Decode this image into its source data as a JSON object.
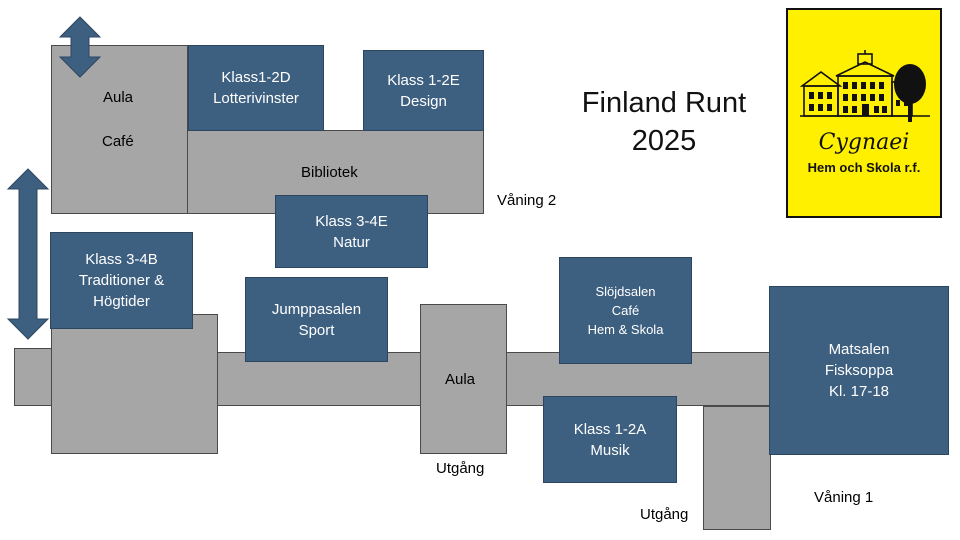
{
  "title": {
    "line1": "Finland Runt",
    "line2": "2025"
  },
  "logo": {
    "script_text": "Cygnaei",
    "subtitle": "Hem och Skola r.f."
  },
  "floors": {
    "floor2": "Våning 2",
    "floor1": "Våning 1"
  },
  "exits": {
    "exit_aula": "Utgång",
    "exit_bottom": "Utgång"
  },
  "floor2_rooms": {
    "aula_block": {
      "line1": "Aula",
      "line2": "Café"
    },
    "klass_1_2d": {
      "line1": "Klass1-2D",
      "line2": "Lotterivinster"
    },
    "klass_1_2e": {
      "line1": "Klass 1-2E",
      "line2": "Design"
    },
    "bibliotek": "Bibliotek",
    "klass_3_4e": {
      "line1": "Klass 3-4E",
      "line2": "Natur"
    }
  },
  "floor1_rooms": {
    "klass_3_4b": {
      "line1": "Klass 3-4B",
      "line2": "Traditioner &",
      "line3": "Högtider"
    },
    "jumppasalen": {
      "line1": "Jumppasalen",
      "line2": "Sport"
    },
    "aula": "Aula",
    "slojdsalen": {
      "line1": "Slöjdsalen",
      "line2": "Café",
      "line3": "Hem & Skola"
    },
    "klass_1_2a": {
      "line1": "Klass 1-2A",
      "line2": "Musik"
    },
    "matsalen": {
      "line1": "Matsalen",
      "line2": "Fisksoppa",
      "line3": "Kl. 17-18"
    }
  },
  "colors": {
    "room_blue": "#3d5f80",
    "corridor_grey": "#a6a6a6",
    "logo_yellow": "#fff000"
  },
  "icons": {
    "stairs_arrow": "double-arrow-vertical-icon",
    "logo_building": "school-building-icon",
    "logo_tree": "tree-icon"
  }
}
